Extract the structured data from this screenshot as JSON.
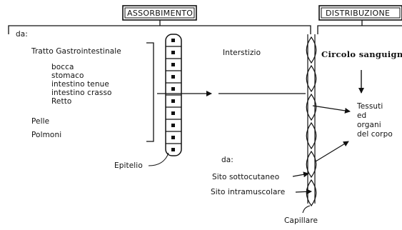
{
  "headers": {
    "absorption": "ASSORBIMENTO",
    "distribution": "DISTRIBUZIONE"
  },
  "source_label": "da:",
  "sources": {
    "gi_tract": "Tratto Gastrointestinale",
    "gi_parts": [
      "bocca",
      "stomaco",
      "intestino tenue",
      "intestino crasso",
      "Retto"
    ],
    "skin": "Pelle",
    "lungs": "Polmoni"
  },
  "epithelium": "Epitelio",
  "interstitium": "Interstizio",
  "blood_circulation": "Circolo sanguigno",
  "targets": [
    "Tessuti",
    "ed",
    "organi",
    "del corpo"
  ],
  "injection": {
    "label": "da:",
    "sites": [
      "Sito sottocutaneo",
      "Sito intramuscolare"
    ]
  },
  "capillary": "Capillare"
}
